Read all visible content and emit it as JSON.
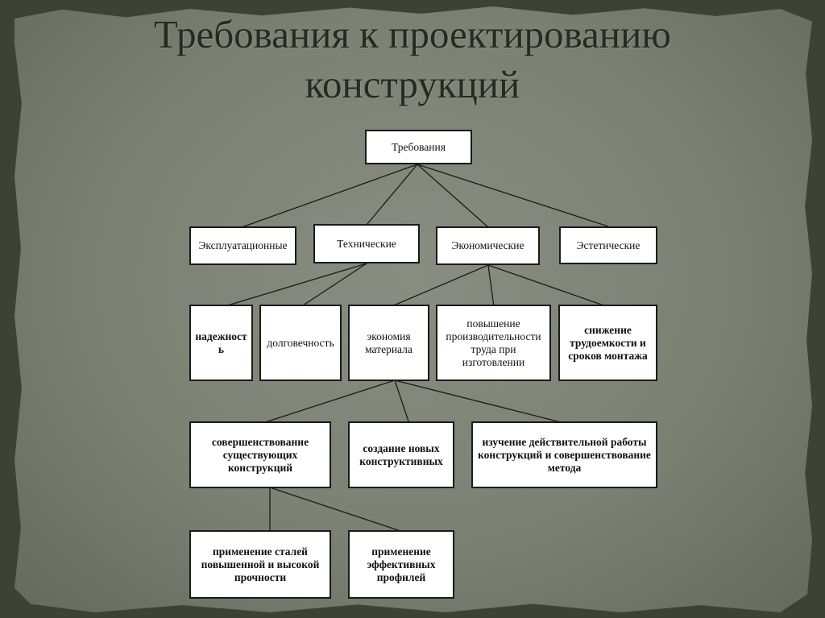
{
  "title": {
    "line1": "Требования к проектированию",
    "line2": "конструкций"
  },
  "root": "Требования",
  "categories": {
    "operational": "Эксплуатационные",
    "technical": "Технические",
    "economic": "Экономические",
    "aesthetic": "Эстетические"
  },
  "level2": {
    "reliability": "надежность",
    "durability": "долговечность",
    "material_economy": "экономия материала",
    "productivity": "повышение производительности труда при изготовлении",
    "labor_reduction": "снижение трудоемкости и сроков монтажа"
  },
  "level3": {
    "improvement": "совершенствование существующих конструкций",
    "new_designs": "создание новых конструктивных",
    "study": "изучение действительной работы конструкций и совершенствование метода"
  },
  "level4": {
    "steels": "применение сталей повышенной и высокой прочности",
    "profiles": "применение эффективных профилей"
  }
}
